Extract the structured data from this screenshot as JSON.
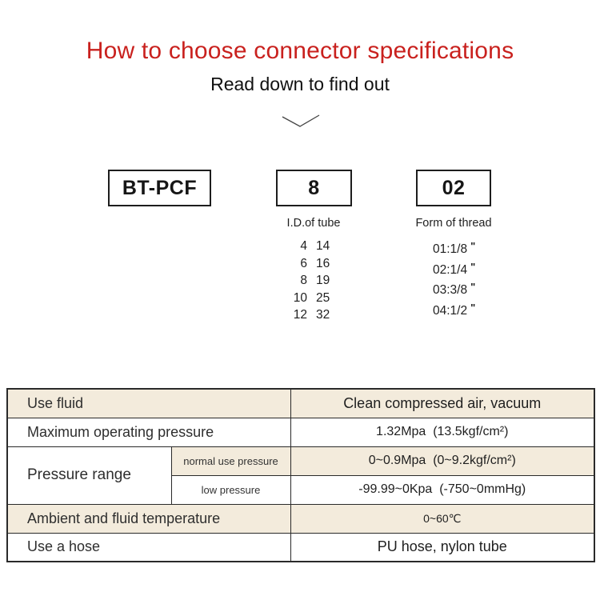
{
  "header": {
    "title": "How to choose connector specifications",
    "subtitle": "Read down to find out"
  },
  "model_breakdown": {
    "series_box": "BT-PCF",
    "tube_box": "8",
    "thread_box": "02",
    "tube_caption": "I.D.of tube",
    "thread_caption": "Form of thread",
    "tube_sizes": [
      [
        "4",
        "14"
      ],
      [
        "6",
        "16"
      ],
      [
        "8",
        "19"
      ],
      [
        "10",
        "25"
      ],
      [
        "12",
        "32"
      ]
    ],
    "thread_forms": [
      "01:1/8",
      "02:1/4",
      "03:3/8",
      "04:1/2"
    ],
    "inch_mark": "\""
  },
  "spec_table": {
    "rows": [
      {
        "label": "Use fluid",
        "value": "Clean compressed air, vacuum"
      },
      {
        "label": "Maximum operating pressure",
        "value": "1.32Mpa  (13.5kgf/cm²)"
      },
      {
        "label": "Pressure range",
        "sub_rows": [
          {
            "label": "normal use pressure",
            "value": "0~0.9Mpa  (0~9.2kgf/cm²)"
          },
          {
            "label": "low pressure",
            "value": "-99.99~0Kpa  (-750~0mmHg)"
          }
        ]
      },
      {
        "label": "Ambient and fluid temperature",
        "value": "0~60℃"
      },
      {
        "label": "Use a hose",
        "value": "PU hose, nylon tube"
      }
    ]
  },
  "colors": {
    "title_red": "#c9211e",
    "row_beige": "#f3ebdc",
    "table_border": "#2a2a2a"
  }
}
